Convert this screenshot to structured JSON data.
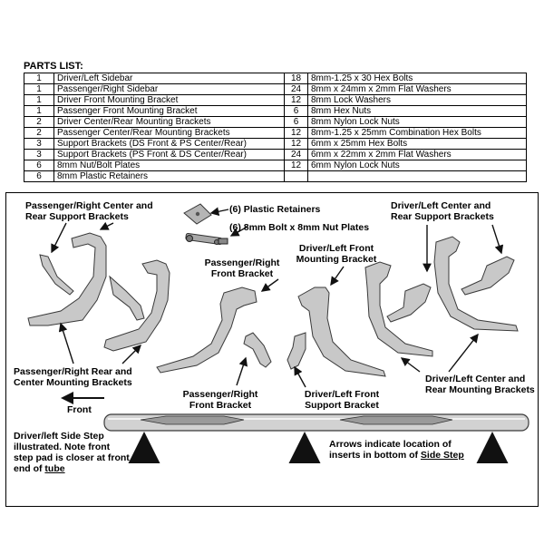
{
  "parts_list": {
    "title": "PARTS LIST:",
    "rows": [
      [
        "1",
        "Driver/Left Sidebar",
        "18",
        "8mm-1.25 x 30 Hex Bolts"
      ],
      [
        "1",
        "Passenger/Right Sidebar",
        "24",
        "8mm x 24mm x 2mm Flat Washers"
      ],
      [
        "1",
        "Driver Front Mounting Bracket",
        "12",
        "8mm Lock Washers"
      ],
      [
        "1",
        "Passenger Front Mounting Bracket",
        "6",
        "8mm Hex Nuts"
      ],
      [
        "2",
        "Driver Center/Rear Mounting Brackets",
        "6",
        "8mm Nylon Lock Nuts"
      ],
      [
        "2",
        "Passenger Center/Rear Mounting Brackets",
        "12",
        "8mm-1.25 x 25mm Combination Hex Bolts"
      ],
      [
        "3",
        "Support Brackets (DS Front & PS Center/Rear)",
        "12",
        "6mm x 25mm Hex Bolts"
      ],
      [
        "3",
        "Support Brackets (PS Front & DS Center/Rear)",
        "24",
        "6mm x 22mm x 2mm Flat Washers"
      ],
      [
        "6",
        "8mm Nut/Bolt Plates",
        "12",
        "6mm Nylon Lock Nuts"
      ],
      [
        "6",
        "8mm Plastic Retainers",
        "",
        ""
      ]
    ]
  },
  "labels": {
    "pass_support": [
      "Passenger/Right Center and",
      "Rear Support Brackets"
    ],
    "plastic_retainers": "(6) Plastic Retainers",
    "nut_plates": "(6) 8mm Bolt x 8mm Nut Plates",
    "driver_support": [
      "Driver/Left Center and",
      "Rear Support Brackets"
    ],
    "pass_front_bracket": [
      "Passenger/Right",
      "Front Bracket"
    ],
    "driver_front_mount": [
      "Driver/Left Front",
      "Mounting Bracket"
    ],
    "pass_mounting": [
      "Passenger/Right Rear and",
      "Center Mounting Brackets"
    ],
    "driver_mounting": [
      "Driver/Left Center and",
      "Rear Mounting Brackets"
    ],
    "pass_front_support": [
      "Passenger/Right",
      "Front Bracket"
    ],
    "driver_front_support": [
      "Driver/Left Front",
      "Support Bracket"
    ],
    "front": "Front",
    "side_step_note": [
      "Driver/left Side Step",
      "illustrated. Note front",
      "step pad is closer at front",
      "end of ",
      "tube"
    ],
    "arrows_note": [
      "Arrows indicate location of",
      "inserts in bottom of ",
      "Side Step"
    ]
  },
  "colors": {
    "part_fill": "#c8c8c8",
    "part_stroke": "#3a3a3a",
    "arrow": "#111111"
  }
}
